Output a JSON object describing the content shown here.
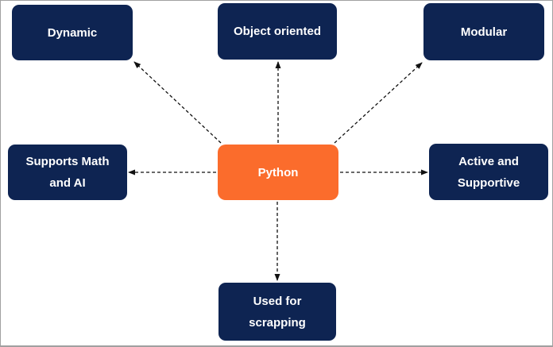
{
  "diagram": {
    "center_node": {
      "label": "Python"
    },
    "nodes": [
      {
        "label": "Dynamic",
        "position": "top-left"
      },
      {
        "label": "Object oriented",
        "position": "top-center"
      },
      {
        "label": "Modular",
        "position": "top-right"
      },
      {
        "label": "Supports Math and AI",
        "position": "middle-left"
      },
      {
        "label": "Active and Supportive",
        "position": "middle-right"
      },
      {
        "label": "Used for scrapping",
        "position": "bottom-center"
      }
    ],
    "edges": [
      {
        "from": "Python",
        "to": "Dynamic",
        "style": "dashed-arrow"
      },
      {
        "from": "Python",
        "to": "Object oriented",
        "style": "dashed-arrow"
      },
      {
        "from": "Python",
        "to": "Modular",
        "style": "dashed-arrow"
      },
      {
        "from": "Python",
        "to": "Supports Math and AI",
        "style": "dashed-arrow"
      },
      {
        "from": "Python",
        "to": "Active and Supportive",
        "style": "dashed-arrow"
      },
      {
        "from": "Python",
        "to": "Used for scrapping",
        "style": "dashed-arrow"
      }
    ],
    "colors": {
      "node_bg": "#0e2452",
      "center_bg": "#fb6c2c",
      "node_text": "#ffffff",
      "arrow": "#111111",
      "canvas_border": "#a0a0a0",
      "canvas_bg": "#ffffff"
    }
  }
}
